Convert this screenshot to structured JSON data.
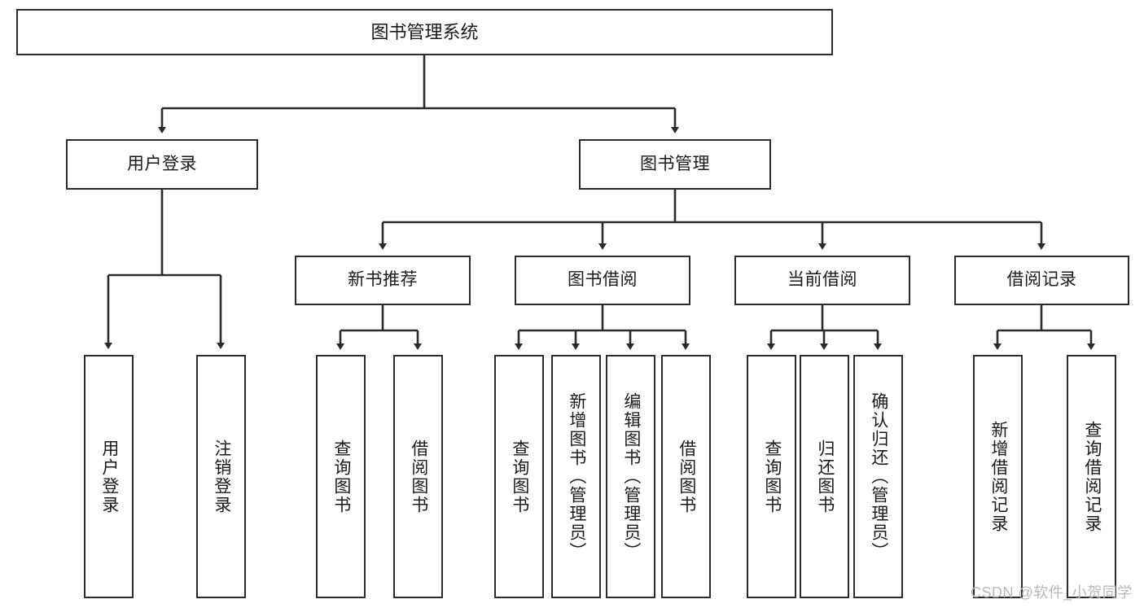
{
  "diagram": {
    "title": "图书管理系统",
    "type": "hierarchy-tree",
    "levels": 4,
    "colors": {
      "box_border": "#2b2b2b",
      "box_fill": "#ffffff",
      "connector": "#2b2b2b",
      "background": "#ffffff",
      "watermark": "#b8b8b8"
    },
    "root": {
      "label": "图书管理系统"
    },
    "level2": [
      {
        "label": "用户登录"
      },
      {
        "label": "图书管理"
      }
    ],
    "level3": [
      {
        "label": "新书推荐"
      },
      {
        "label": "图书借阅"
      },
      {
        "label": "当前借阅"
      },
      {
        "label": "借阅记录"
      }
    ],
    "leaves": {
      "user_login": [
        {
          "label": "用户登录"
        },
        {
          "label": "注销登录"
        }
      ],
      "new_book_recommend": [
        {
          "label": "查询图书"
        },
        {
          "label": "借阅图书"
        }
      ],
      "book_borrow": [
        {
          "label": "查询图书"
        },
        {
          "label": "新增图书（管理员）"
        },
        {
          "label": "编辑图书（管理员）"
        },
        {
          "label": "借阅图书"
        }
      ],
      "current_borrow": [
        {
          "label": "查询图书"
        },
        {
          "label": "归还图书"
        },
        {
          "label": "确认归还（管理员）"
        }
      ],
      "borrow_record": [
        {
          "label": "新增借阅记录"
        },
        {
          "label": "查询借阅记录"
        }
      ]
    }
  },
  "watermark": {
    "text": "CSDN @软件_小贺同学"
  }
}
